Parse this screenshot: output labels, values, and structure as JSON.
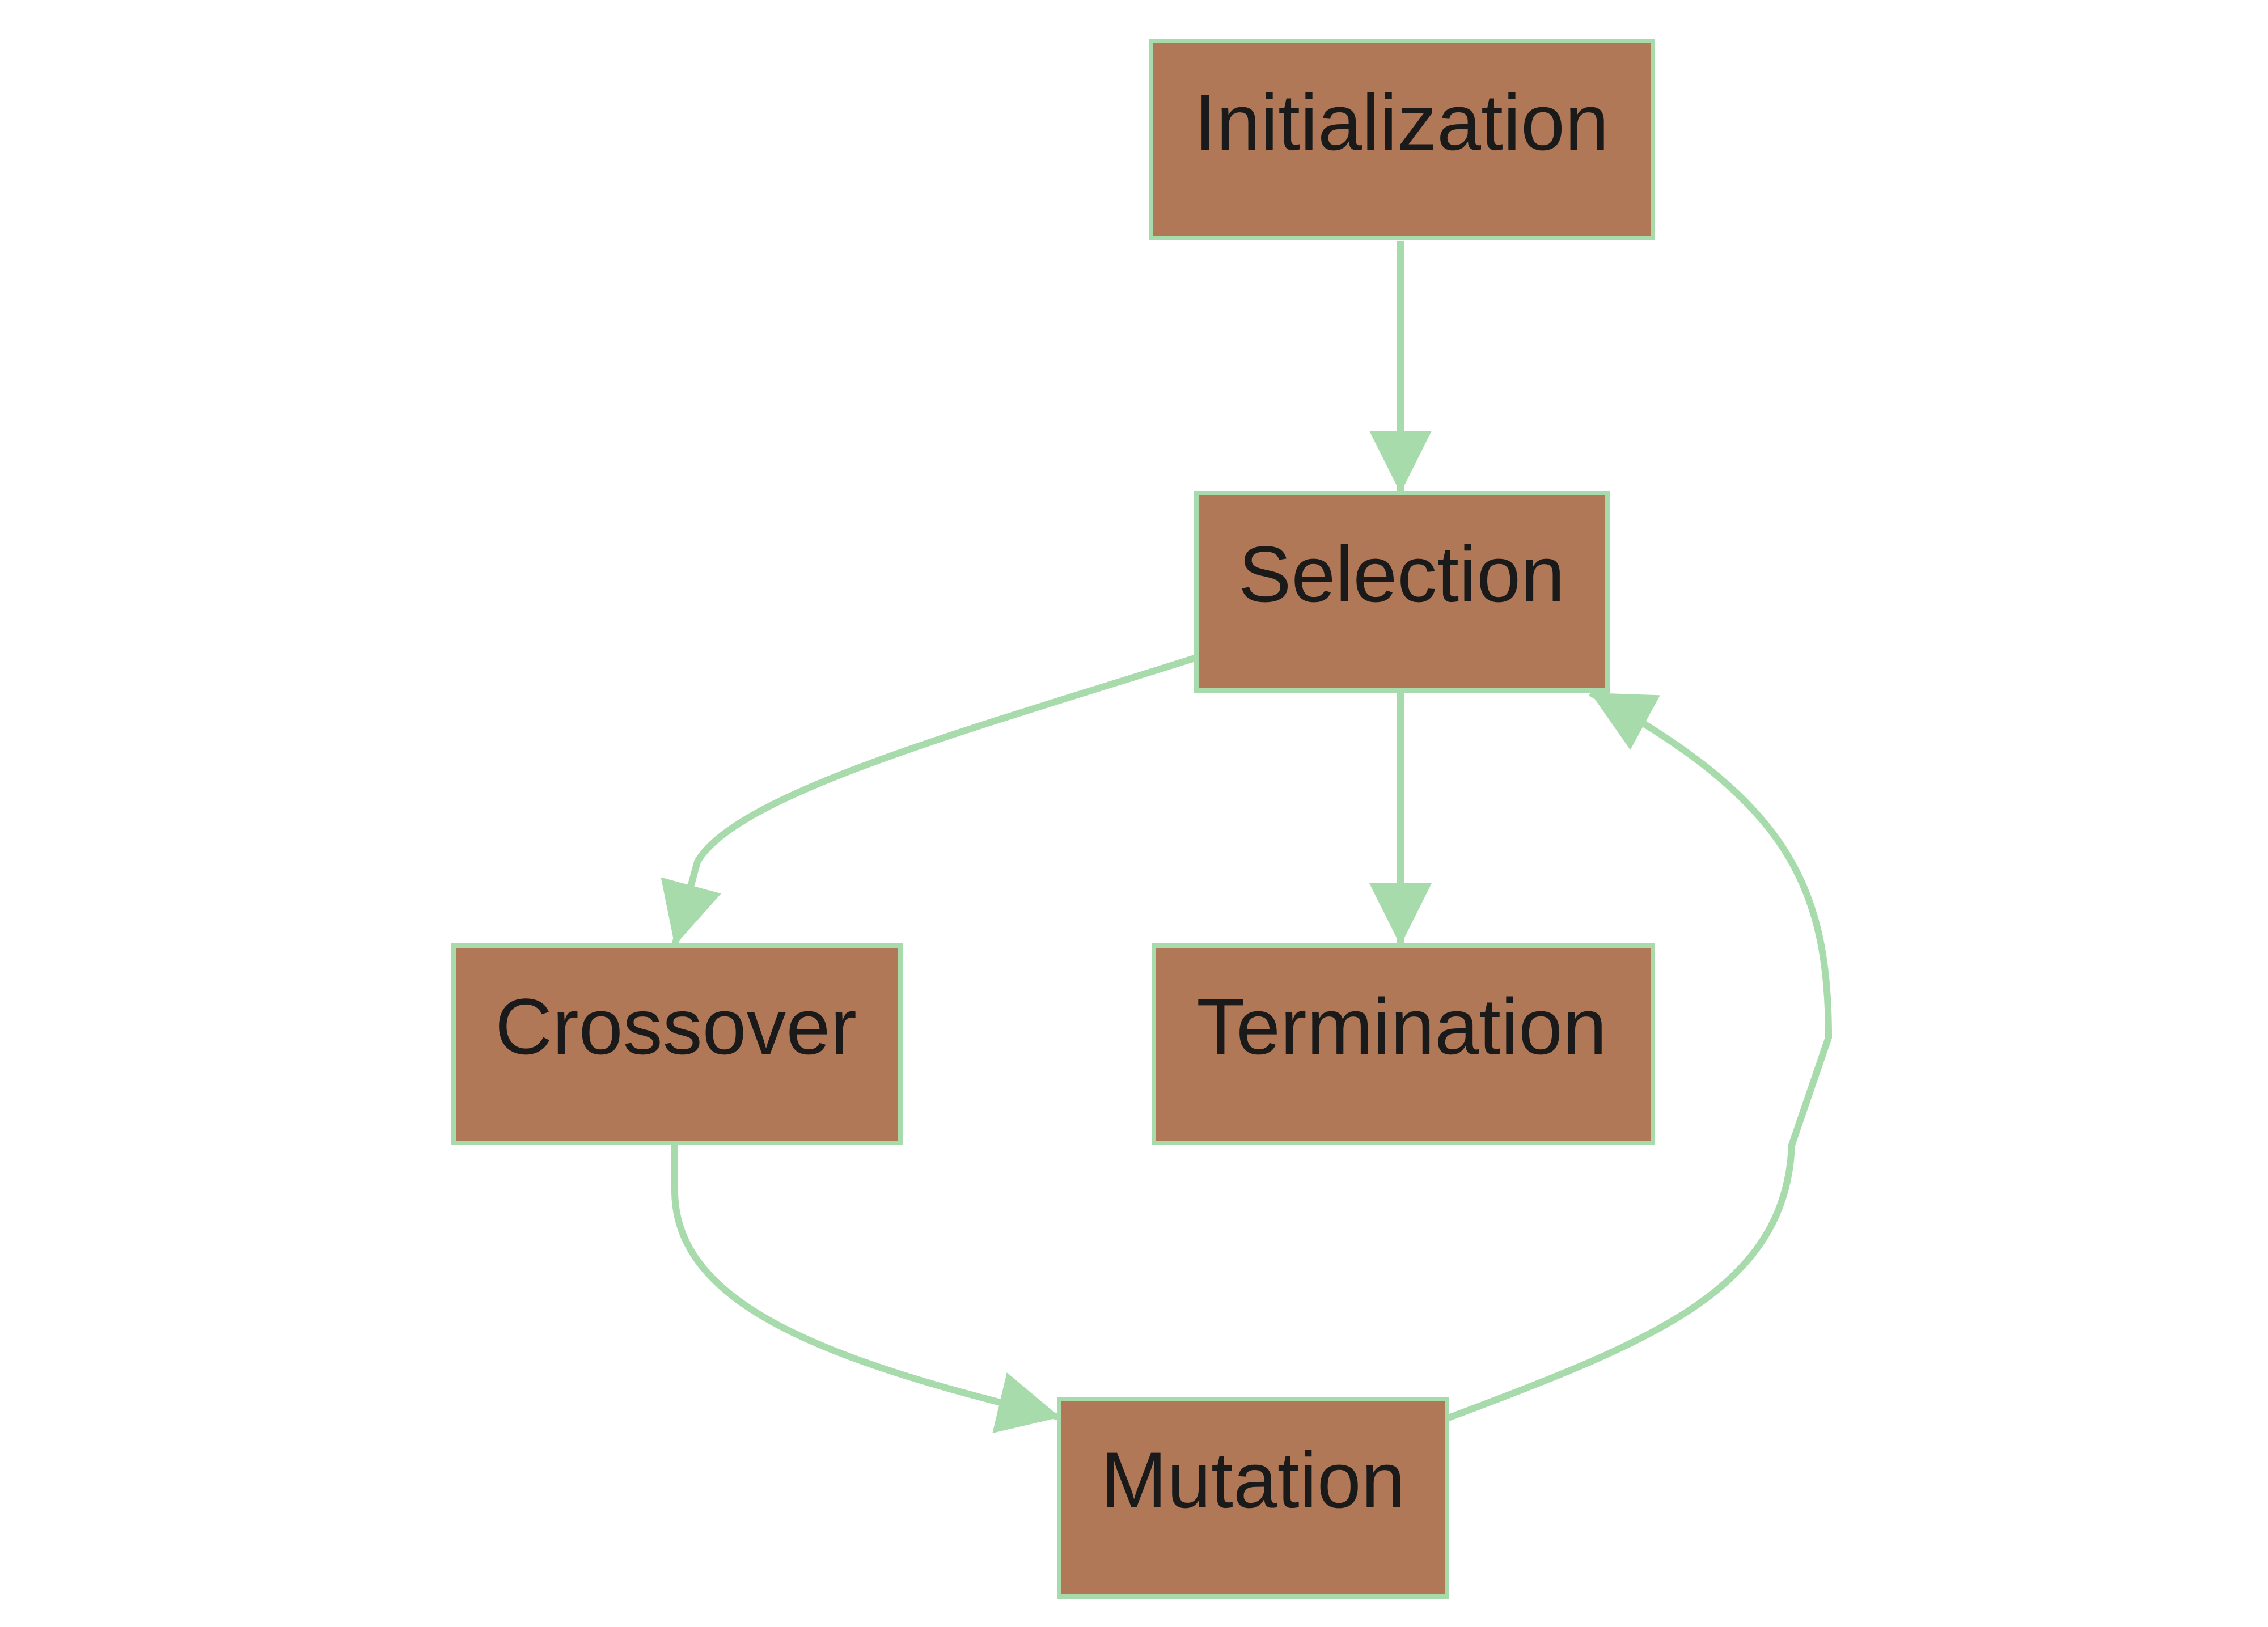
{
  "diagram": {
    "type": "flowchart",
    "colors": {
      "node_fill": "#b07856",
      "node_stroke": "#a8dbab",
      "edge": "#a8dbab",
      "text": "#1a1a1a",
      "background": "#ffffff"
    },
    "nodes": [
      {
        "id": "initialization",
        "label": "Initialization"
      },
      {
        "id": "selection",
        "label": "Selection"
      },
      {
        "id": "crossover",
        "label": "Crossover"
      },
      {
        "id": "termination",
        "label": "Termination"
      },
      {
        "id": "mutation",
        "label": "Mutation"
      }
    ],
    "edges": [
      {
        "from": "initialization",
        "to": "selection"
      },
      {
        "from": "selection",
        "to": "crossover"
      },
      {
        "from": "selection",
        "to": "termination"
      },
      {
        "from": "crossover",
        "to": "mutation"
      },
      {
        "from": "mutation",
        "to": "selection"
      }
    ]
  }
}
